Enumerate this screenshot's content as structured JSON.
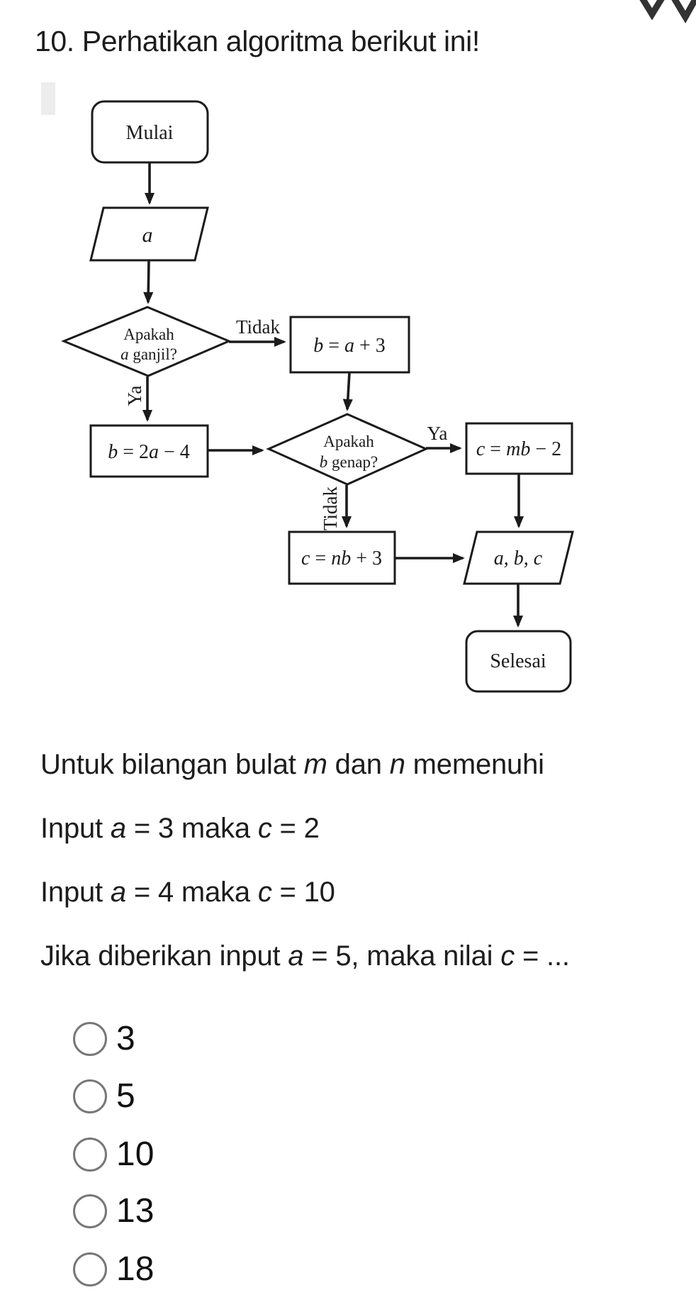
{
  "header": {
    "title": "10. Perhatikan algoritma berikut ini!",
    "corner_icon": "clipped-w-icon",
    "icon_color": "#333333"
  },
  "flowchart": {
    "start_label": "Mulai",
    "input_label": "a",
    "decision1": {
      "line1": "Apakah",
      "var": "a",
      "suffix": " ganjil?"
    },
    "branch1_no": "Tidak",
    "branch1_yes": "Ya",
    "process_b_even": {
      "v": "b",
      "eq": " = ",
      "v2": "a",
      "suffix": " + 3"
    },
    "process_b_odd": {
      "v": "b",
      "eq": " = 2",
      "v2": "a",
      "suffix": " − 4"
    },
    "decision2": {
      "line1": "Apakah",
      "var": "b",
      "suffix": " genap?"
    },
    "branch2_yes": "Ya",
    "branch2_no": "Tidak",
    "process_c_yes": {
      "v": "c",
      "eq": " = ",
      "v2": "mb",
      "suffix": " − 2"
    },
    "process_c_no": {
      "v": "c",
      "eq": " = ",
      "v2": "nb",
      "suffix": " + 3"
    },
    "output_label": "a, b, c",
    "end_label": "Selesai",
    "stroke_color": "#1b1b1b"
  },
  "body": {
    "p1": {
      "t1": "Untuk bilangan bulat ",
      "v1": "m",
      "t2": " dan ",
      "v2": "n",
      "t3": " memenuhi"
    },
    "p2": {
      "t1": "Input ",
      "v1": "a",
      "t2": " = 3 maka ",
      "v2": "c",
      "t3": " = 2"
    },
    "p3": {
      "t1": "Input ",
      "v1": "a",
      "t2": " = 4 maka ",
      "v2": "c",
      "t3": " = 10"
    },
    "p4": {
      "t1": "Jika diberikan input ",
      "v1": "a",
      "t2": " = 5, maka nilai ",
      "v2": "c",
      "t3": " = ..."
    }
  },
  "options": {
    "items": [
      "3",
      "5",
      "10",
      "13",
      "18"
    ],
    "radio_border_color": "#777777"
  }
}
